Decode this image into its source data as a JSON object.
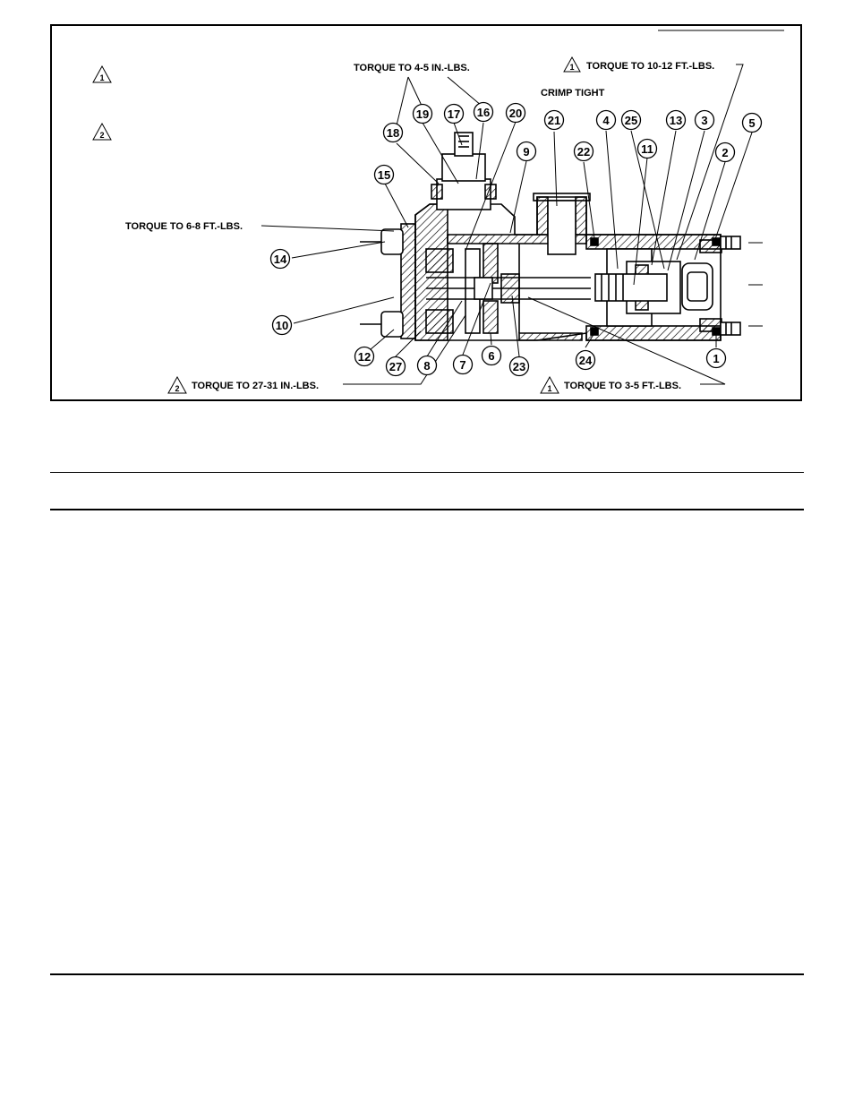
{
  "notes": {
    "torque_4_5_in": "TORQUE TO 4-5 IN.-LBS.",
    "torque_10_12_ft": "TORQUE TO 10-12 FT.-LBS.",
    "crimp_tight": "CRIMP TIGHT",
    "torque_6_8_ft": "TORQUE TO 6-8 FT.-LBS.",
    "torque_27_31_in": "TORQUE TO 27-31 IN.-LBS.",
    "torque_3_5_ft": "TORQUE TO 3-5 FT.-LBS."
  },
  "legend": {
    "tri1": "1",
    "tri2": "2"
  },
  "parts": [
    "1",
    "2",
    "3",
    "4",
    "5",
    "6",
    "7",
    "8",
    "9",
    "10",
    "11",
    "12",
    "13",
    "14",
    "15",
    "16",
    "17",
    "18",
    "19",
    "20",
    "21",
    "22",
    "23",
    "24",
    "25",
    "27"
  ]
}
